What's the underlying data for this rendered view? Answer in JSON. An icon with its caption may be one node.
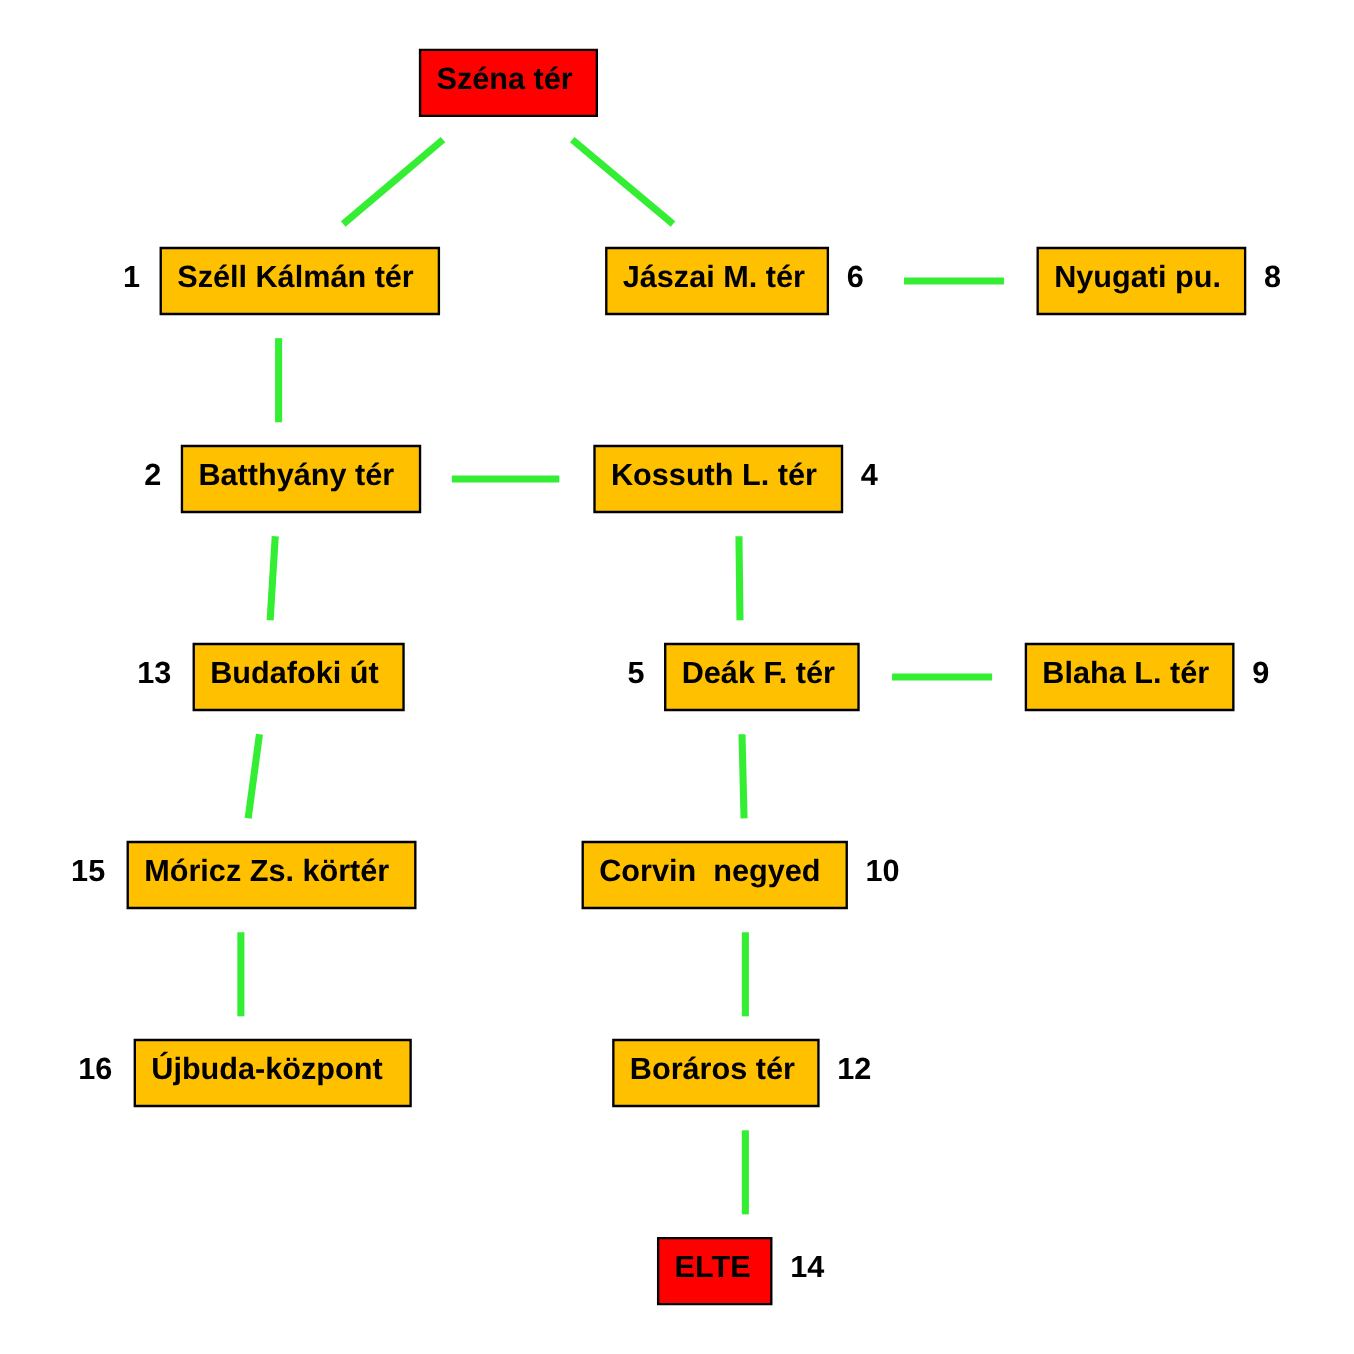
{
  "diagram": {
    "nodes": [
      {
        "text": [
          "Széna tér"
        ]
      },
      {
        "text": [
          "Széll Kálmán tér"
        ],
        "beside": [
          "1"
        ]
      },
      {
        "text": [
          "Jászai M. tér"
        ],
        "beside": [
          "6"
        ]
      },
      {
        "text": [
          "Nyugati pu."
        ],
        "beside": [
          "8"
        ]
      },
      {
        "text": [
          "Batthyány tér"
        ],
        "beside": [
          "2"
        ]
      },
      {
        "text": [
          "Kossuth L. tér"
        ],
        "beside": [
          "4"
        ]
      },
      {
        "text": [
          "Deák F. tér"
        ],
        "beside": [
          "5"
        ]
      },
      {
        "text": [
          "Blaha L. tér"
        ],
        "beside": [
          "9"
        ]
      },
      {
        "text": [
          "Budafoki út"
        ],
        "beside": [
          "13"
        ]
      },
      {
        "text": [
          "Corvin  negyed"
        ],
        "beside": [
          "10"
        ]
      },
      {
        "text": [
          "Móricz Zs. körtér"
        ],
        "beside": [
          "15"
        ]
      },
      {
        "text": [
          "Boráros tér"
        ],
        "beside": [
          "12"
        ]
      },
      {
        "text": [
          "Újbuda-központ"
        ],
        "beside": [
          "16"
        ]
      },
      {
        "text": [
          "ELTE"
        ],
        "beside": [
          "14"
        ]
      }
    ],
    "edges": [
      {
        "from": 0,
        "to": 1,
        "arrow": "none"
      },
      {
        "from": 0,
        "to": 2,
        "arrow": "none"
      },
      {
        "from": 2,
        "to": 3,
        "arrow": "none"
      },
      {
        "from": 1,
        "to": 4,
        "arrow": "none"
      },
      {
        "from": 4,
        "to": 5,
        "arrow": "none"
      },
      {
        "from": 5,
        "to": 6,
        "arrow": "none"
      },
      {
        "from": 6,
        "to": 7,
        "arrow": "none"
      },
      {
        "from": 4,
        "to": 8,
        "arrow": "none"
      },
      {
        "from": 8,
        "to": 10,
        "arrow": "none"
      },
      {
        "from": 10,
        "to": 12,
        "arrow": "none"
      },
      {
        "from": 6,
        "to": 9,
        "arrow": "none"
      },
      {
        "from": 9,
        "to": 11,
        "arrow": "none"
      },
      {
        "from": 11,
        "to": 13,
        "arrow": "none"
      }
    ]
  }
}
